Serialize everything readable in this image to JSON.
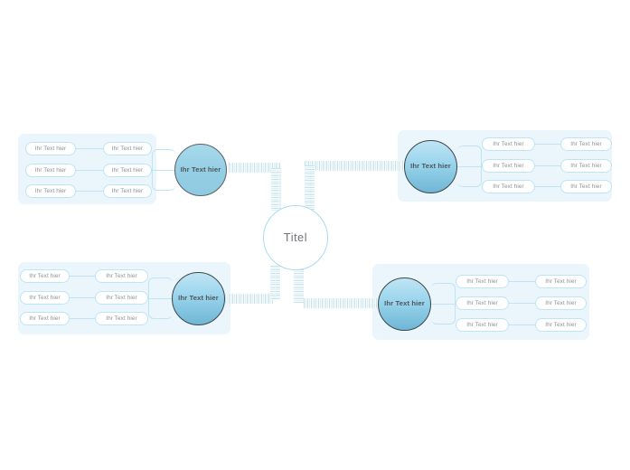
{
  "document": {
    "type": "mind-map",
    "center": {
      "label": "Titel"
    },
    "branches": [
      {
        "id": "top-left",
        "label": "Ihr Text hier",
        "side": "left",
        "circle_style": "flat",
        "children": [
          {
            "label": "Ihr Text hier",
            "sub": {
              "label": "Ihr Text hier"
            }
          },
          {
            "label": "Ihr Text hier",
            "sub": {
              "label": "Ihr Text hier"
            }
          },
          {
            "label": "Ihr Text hier",
            "sub": {
              "label": "Ihr Text hier"
            }
          }
        ]
      },
      {
        "id": "top-right",
        "label": "Ihr Text hier",
        "side": "right",
        "circle_style": "gradient",
        "children": [
          {
            "label": "Ihr Text hier",
            "sub": {
              "label": "Ihr Text hier"
            }
          },
          {
            "label": "Ihr Text hier",
            "sub": {
              "label": "Ihr Text hier"
            }
          },
          {
            "label": "Ihr Text hier",
            "sub": {
              "label": "Ihr Text hier"
            }
          }
        ]
      },
      {
        "id": "bottom-left",
        "label": "Ihr Text hier",
        "side": "left",
        "circle_style": "gradient",
        "children": [
          {
            "label": "Ihr Text hier",
            "sub": {
              "label": "Ihr Text hier"
            }
          },
          {
            "label": "Ihr Text hier",
            "sub": {
              "label": "Ihr Text hier"
            }
          },
          {
            "label": "Ihr Text hier",
            "sub": {
              "label": "Ihr Text hier"
            }
          }
        ]
      },
      {
        "id": "bottom-right",
        "label": "Ihr Text hier",
        "side": "right",
        "circle_style": "gradient",
        "children": [
          {
            "label": "Ihr Text hier",
            "sub": {
              "label": "Ihr Text hier"
            }
          },
          {
            "label": "Ihr Text hier",
            "sub": {
              "label": "Ihr Text hier"
            }
          },
          {
            "label": "Ihr Text hier",
            "sub": {
              "label": "Ihr Text hier"
            }
          }
        ]
      }
    ],
    "colors": {
      "canvas": "#ffffff",
      "panel": "#eaf6fc",
      "pill_border": "#bfe4f4",
      "pill_fill": "#ffffff",
      "pill_text": "#8b9194",
      "center_border": "#a8dcf0",
      "center_text": "#6f7376",
      "branch_text": "#4e5558",
      "branch_border_dark": "#3f4548",
      "connector_stripe": "#bfe3f5"
    }
  }
}
